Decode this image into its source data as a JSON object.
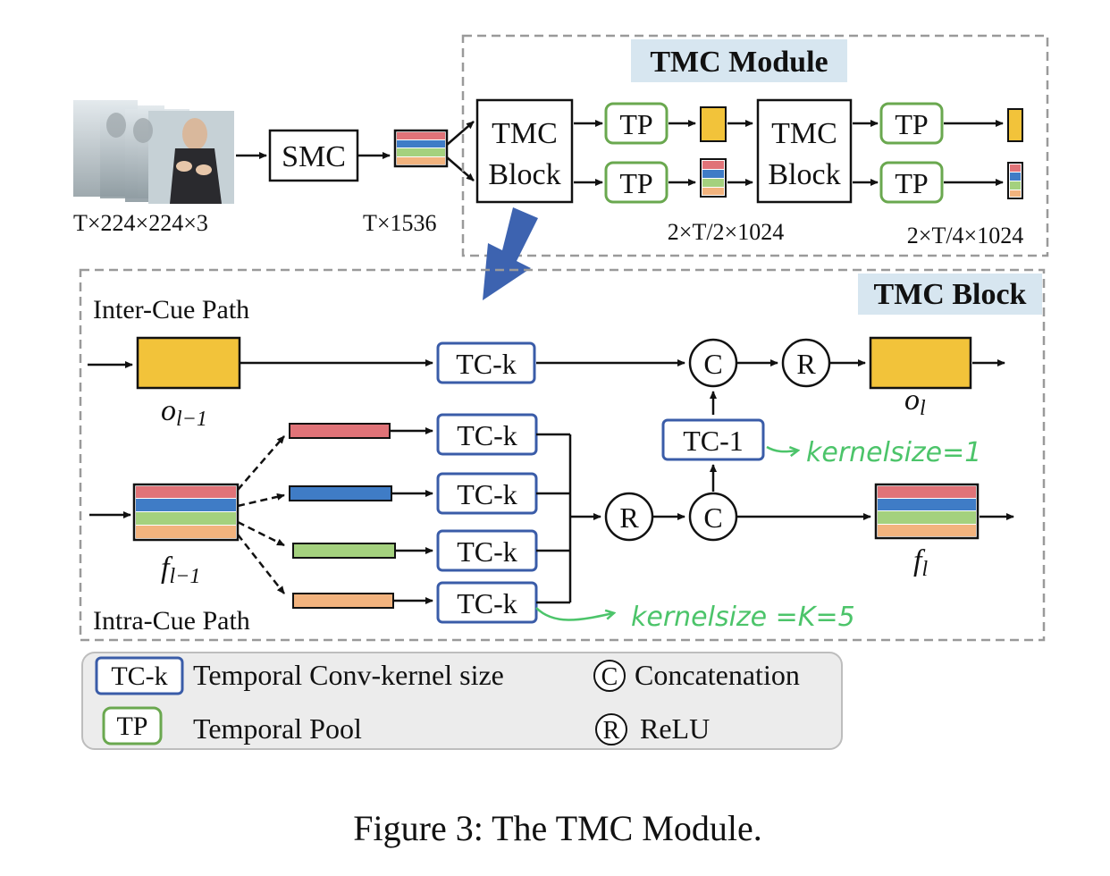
{
  "top": {
    "input_shape": "T×224×224×3",
    "smc_label": "SMC",
    "feature_shape": "T×1536",
    "module_title": "TMC Module",
    "tmc_block_line1": "TMC",
    "tmc_block_line2": "Block",
    "tp_label": "TP",
    "shape_half": "2×T/2×1024",
    "shape_quarter": "2×T/4×1024"
  },
  "block": {
    "title": "TMC Block",
    "inter_cue_path": "Inter-Cue Path",
    "intra_cue_path": "Intra-Cue Path",
    "tck_label": "TC-k",
    "tc1_label": "TC-1",
    "concat_symbol": "C",
    "relu_symbol": "R",
    "o_prev_base": "o",
    "o_prev_sub": "l−1",
    "o_next_base": "o",
    "o_next_sub": "l",
    "f_prev_base": "f",
    "f_prev_sub": "l−1",
    "f_next_base": "f",
    "f_next_sub": "l",
    "note_kernel_1": "kernelsize=1",
    "note_kernel_k": "kernelsize =K=5"
  },
  "legend": {
    "tck_key": "TC-k",
    "tck_desc": "Temporal Conv-kernel size",
    "tp_key": "TP",
    "tp_desc": "Temporal Pool",
    "c_key": "C",
    "c_desc": "Concatenation",
    "r_key": "R",
    "r_desc": "ReLU"
  },
  "caption": "Figure 3: The TMC Module.",
  "colors": {
    "tc_border": "#3a5ca8",
    "tp_border": "#6aa84f",
    "feature_yellow": "#f2c33a",
    "feature_red": "#e07378",
    "feature_blue": "#3f7cc6",
    "feature_green": "#a4d17e",
    "feature_orange": "#f2b37e",
    "handwriting_green": "#4cc46a",
    "big_arrow": "#3d63b0"
  }
}
